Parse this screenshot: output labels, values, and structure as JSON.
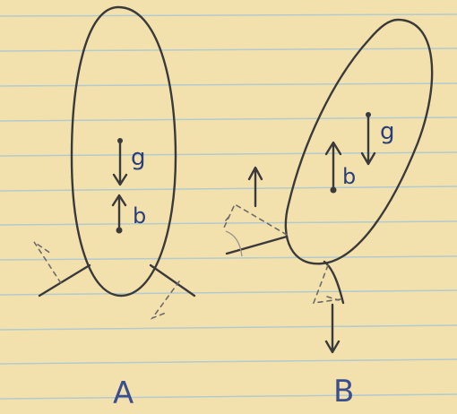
{
  "labels": {
    "g": "g",
    "b": "b",
    "figure_a": "A",
    "figure_b": "B"
  },
  "colors": {
    "paper": "#f3e1ad",
    "rule_line": "#a9c7d4",
    "ink": "#3b3a3a",
    "label_ink": "#2a3f7a"
  }
}
